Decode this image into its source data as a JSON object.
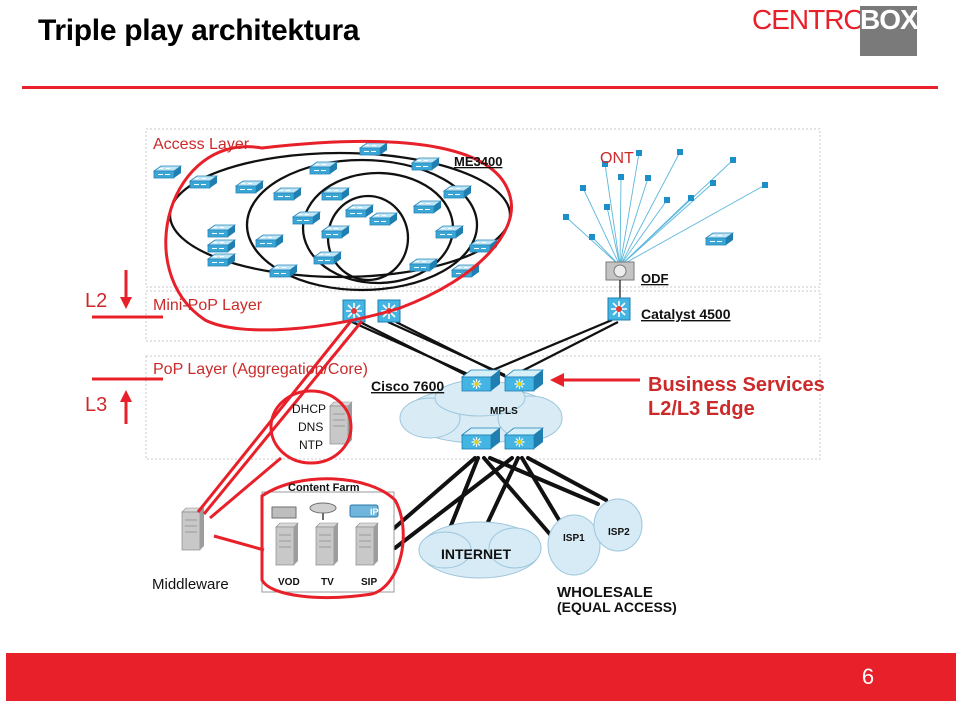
{
  "slide": {
    "title": "Triple play architektura",
    "logo": {
      "part1": "CENTRO",
      "part2": "BOX",
      "red": "#e8202a",
      "grey": "#7a7a7a"
    },
    "page_number": "6"
  },
  "diagram": {
    "layers": {
      "access": "Access Layer",
      "mini_pop": "Mini-PoP Layer",
      "pop": "PoP Layer (Aggregation/Core)"
    },
    "side_labels": {
      "l2": "L2",
      "l3": "L3"
    },
    "nodes": {
      "me3400": "ME3400",
      "ont": "ONT",
      "odf": "ODF",
      "catalyst": "Catalyst 4500",
      "cisco": "Cisco 7600",
      "mpls": "MPLS",
      "internet": "INTERNET",
      "isp1": "ISP1",
      "isp2": "ISP2",
      "content_farm": "Content Farm",
      "vod": "VOD",
      "tv": "TV",
      "sip": "SIP",
      "ip": "IP"
    },
    "dhcp_lines": [
      "DHCP",
      "DNS",
      "NTP"
    ],
    "middleware": "Middleware",
    "business": {
      "line1": "Business Services",
      "line2": "L2/L3 Edge"
    },
    "wholesale": {
      "line1": "WHOLESALE",
      "line2": "(EQUAL ACCESS)"
    },
    "colors": {
      "accent_red": "#e8202a",
      "label_red": "#cc2a2a",
      "switch_blue": "#3aa6d6",
      "dark": "#111111"
    }
  }
}
